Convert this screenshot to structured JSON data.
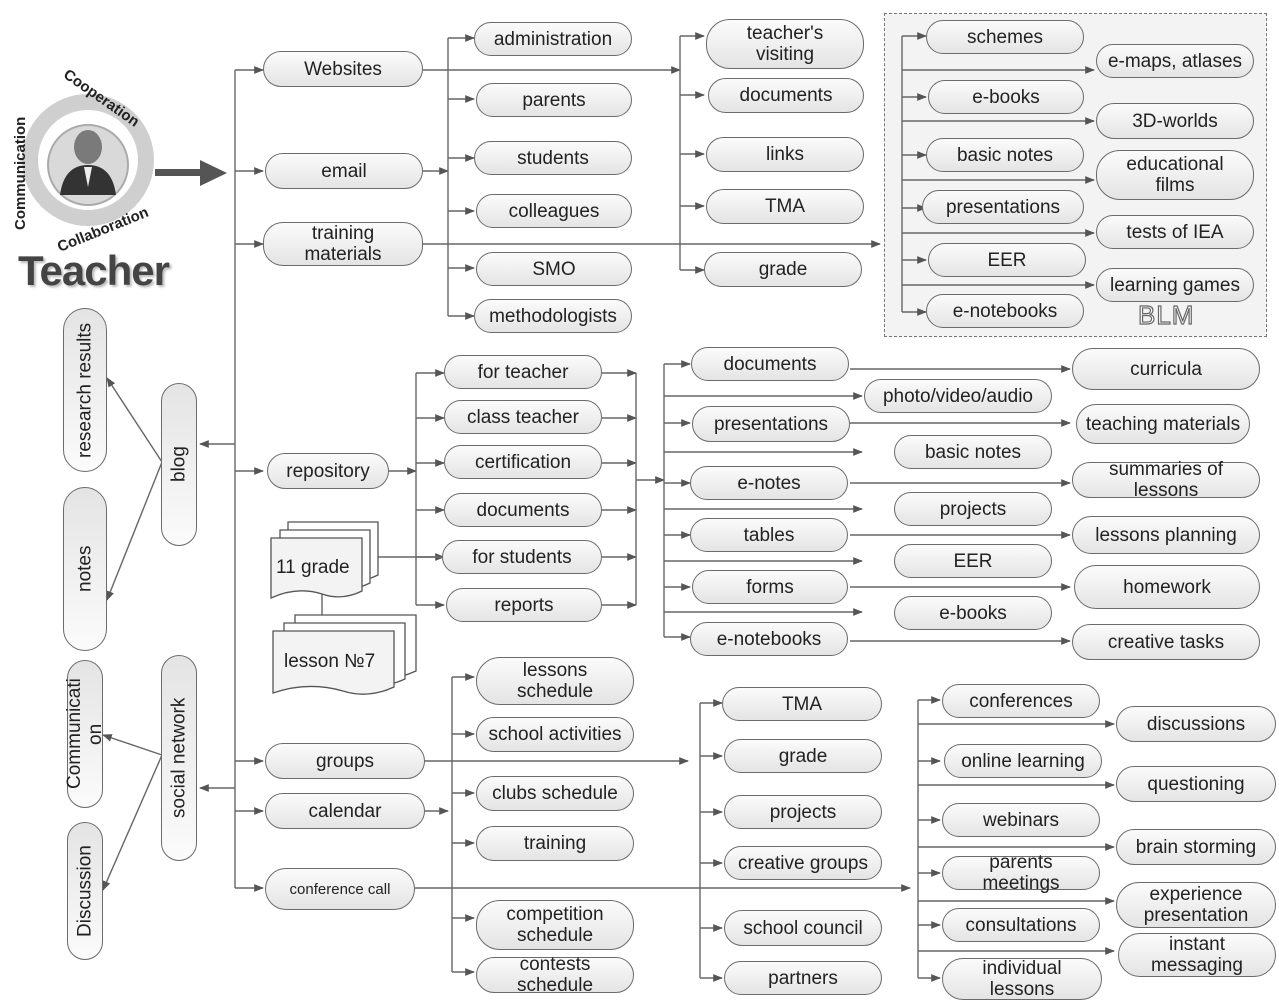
{
  "teacher": {
    "title": "Teacher",
    "ring_words": [
      "Communication",
      "Cooperation",
      "Collaboration"
    ]
  },
  "blm_label": "BLM",
  "column_channels": {
    "websites": "Websites",
    "email": "email",
    "training_materials": "training\nmaterials",
    "repository": "repository",
    "groups": "groups",
    "calendar": "calendar",
    "conference_call": "conference call"
  },
  "left_column": {
    "blog": "blog",
    "research_results": "research results",
    "notes": "notes",
    "social_network": "social network",
    "communication": "Communicati\non",
    "discussion": "Discussion"
  },
  "audience": [
    "administration",
    "parents",
    "students",
    "colleagues",
    "SMO",
    "methodologists"
  ],
  "resources": [
    "teacher's\nvisiting",
    "documents",
    "links",
    "TMA",
    "grade"
  ],
  "blm_left": [
    "schemes",
    "e-books",
    "basic notes",
    "presentations",
    "EER",
    "e-notebooks"
  ],
  "blm_right": [
    "e-maps, atlases",
    "3D-worlds",
    "educational\nfilms",
    "tests of IEA",
    "learning games"
  ],
  "repo_sections": [
    "for teacher",
    "class teacher",
    "certification",
    "documents",
    "for students",
    "reports"
  ],
  "grade_docs": [
    "11 grade",
    "lesson №7"
  ],
  "repo_types_left": [
    "documents",
    "presentations",
    "e-notes",
    "tables",
    "forms",
    "e-notebooks"
  ],
  "repo_types_mid": [
    "photo/video/audio",
    "basic notes",
    "projects",
    "EER",
    "e-books"
  ],
  "repo_types_right": [
    "curricula",
    "teaching materials",
    "summaries of\nlessons",
    "lessons planning",
    "homework",
    "creative tasks"
  ],
  "schedule_items": [
    "lessons\nschedule",
    "school activities",
    "clubs schedule",
    "training",
    "competition\nschedule",
    "contests\nschedule"
  ],
  "group_items": [
    "TMA",
    "grade",
    "projects",
    "creative groups",
    "school council",
    "partners"
  ],
  "conf_left": [
    "conferences",
    "online learning",
    "webinars",
    "parents\nmeetings",
    "consultations",
    "individual\nlessons"
  ],
  "conf_right": [
    "discussions",
    "questioning",
    "brain storming",
    "experience\npresentation",
    "instant\nmessaging"
  ]
}
